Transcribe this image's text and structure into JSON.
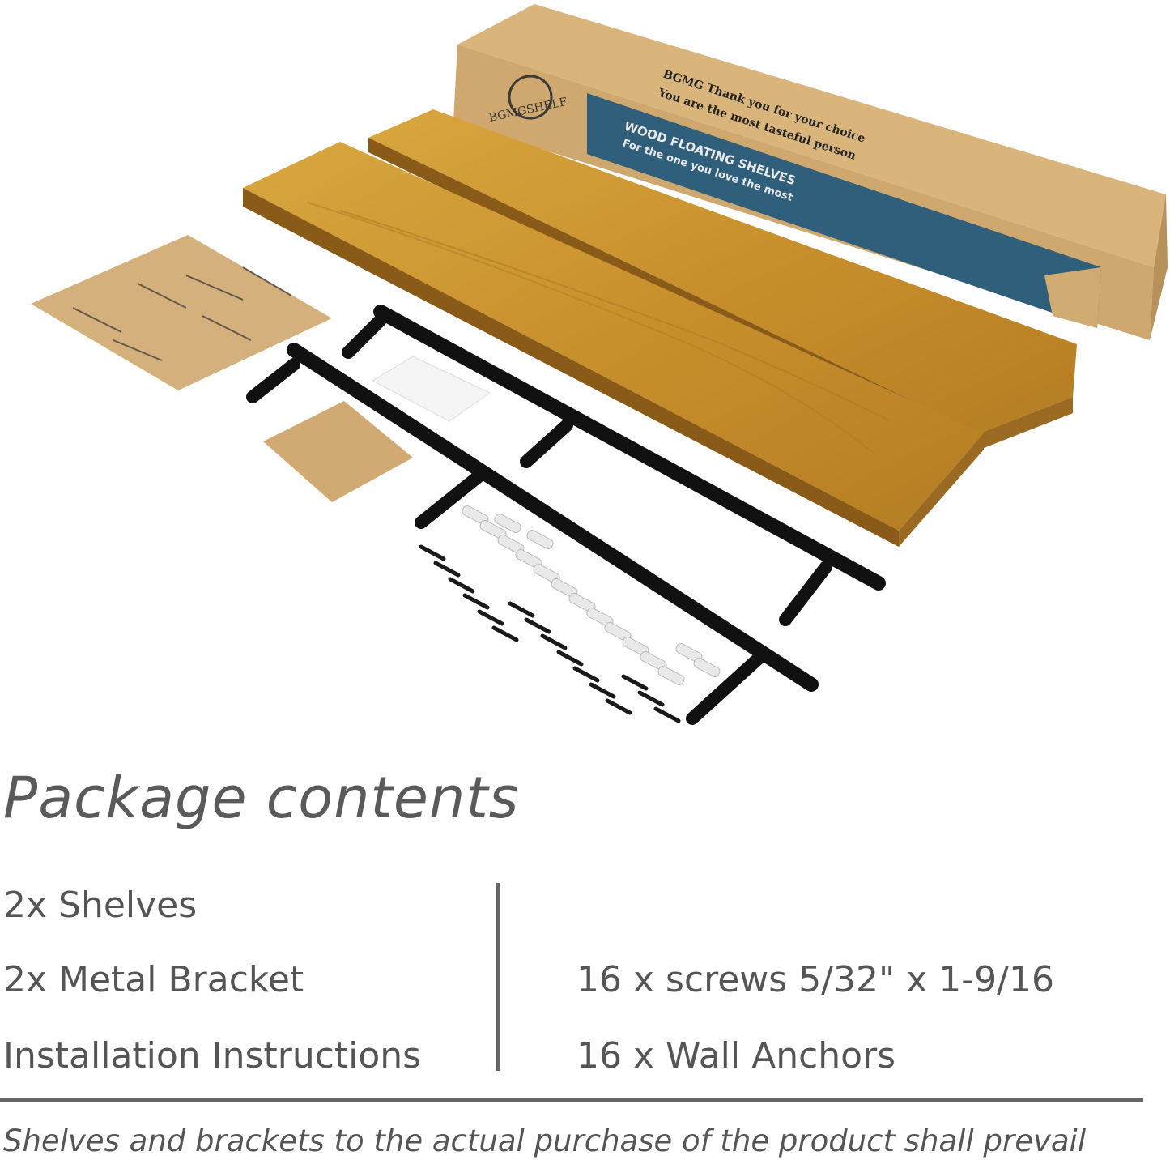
{
  "photo": {
    "box_brand": "BGMGSHELF",
    "box_band_line1": "WOOD FLOATING SHELVES",
    "box_band_line2": "For the one you love the most",
    "box_band_line3": "BGMG Thank you for your choice",
    "box_band_line4": "You are the most tasteful person"
  },
  "heading": "Package contents",
  "left_items": [
    "2x Shelves",
    "2x Metal Bracket",
    "Installation Instructions"
  ],
  "right_items": [
    "16 x screws 5/32\" x 1-9/16",
    "16 x Wall Anchors"
  ],
  "footnote": "Shelves and brackets to the actual purchase of the product shall prevail",
  "colors": {
    "text": "#555555",
    "wood": "#c8932e",
    "box": "#d2b07a",
    "band": "#2f5f7a",
    "metal": "#111111"
  }
}
